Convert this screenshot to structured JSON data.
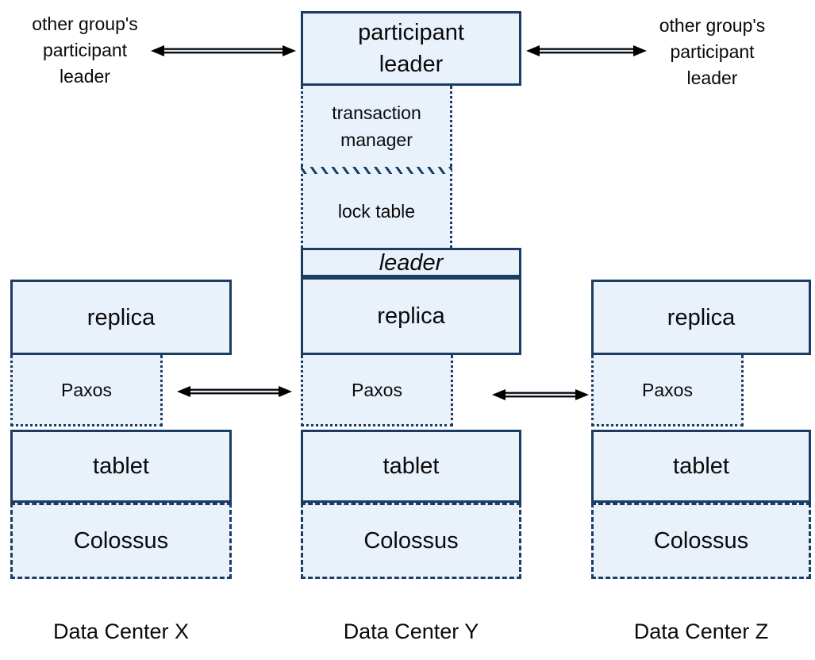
{
  "colors": {
    "box_fill": "#e9f1fb",
    "box_border": "#1b3c63",
    "text": "#0a0a0a",
    "arrow_fill": "#000000",
    "arrow_inner": "#d9e7f5"
  },
  "top": {
    "participant_leader": "participant leader",
    "left_neighbor": {
      "line1": "other group's",
      "line2": "participant",
      "line3": "leader"
    },
    "right_neighbor": {
      "line1": "other group's",
      "line2": "participant",
      "line3": "leader"
    }
  },
  "stack": {
    "transaction_manager": "transaction manager",
    "lock_table": "lock table",
    "leader": "leader"
  },
  "columns": [
    {
      "replica": "replica",
      "paxos": "Paxos",
      "tablet": "tablet",
      "colossus": "Colossus",
      "label": "Data Center X"
    },
    {
      "replica": "replica",
      "paxos": "Paxos",
      "tablet": "tablet",
      "colossus": "Colossus",
      "label": "Data Center Y"
    },
    {
      "replica": "replica",
      "paxos": "Paxos",
      "tablet": "tablet",
      "colossus": "Colossus",
      "label": "Data Center Z"
    }
  ]
}
